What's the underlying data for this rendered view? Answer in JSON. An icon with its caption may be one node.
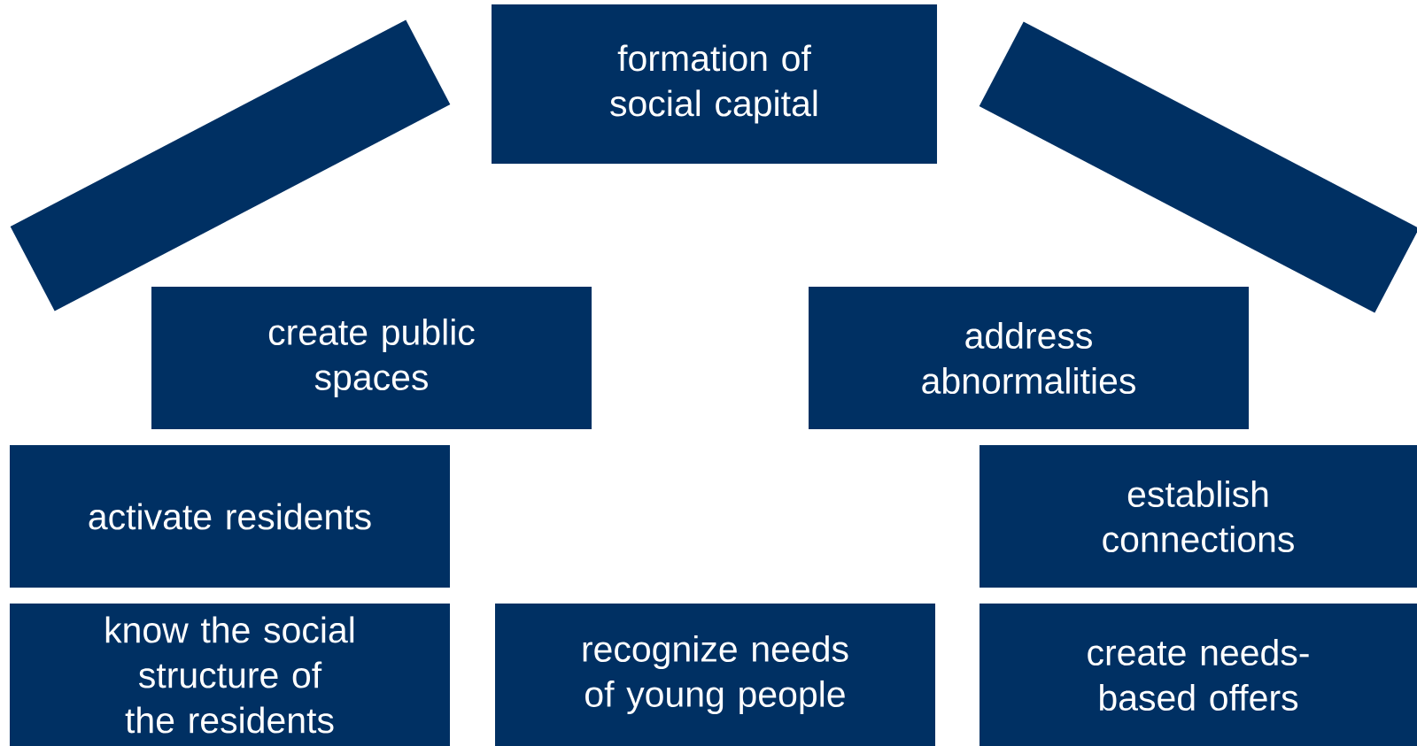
{
  "diagram": {
    "nodes": [
      {
        "text": [],
        "shape": "bar"
      },
      {
        "text": [
          "formation of social capital"
        ]
      },
      {
        "text": [],
        "shape": "bar"
      },
      {
        "text": [
          "create public spaces"
        ]
      },
      {
        "text": [
          "address abnormalities"
        ]
      },
      {
        "text": [
          "activate residents"
        ]
      },
      {
        "text": [
          "establish connections"
        ]
      },
      {
        "text": [
          "know the social structure of the residents"
        ]
      },
      {
        "text": [
          "recognize needs of young people"
        ]
      },
      {
        "text": [
          "create needs-based offers"
        ]
      }
    ]
  }
}
